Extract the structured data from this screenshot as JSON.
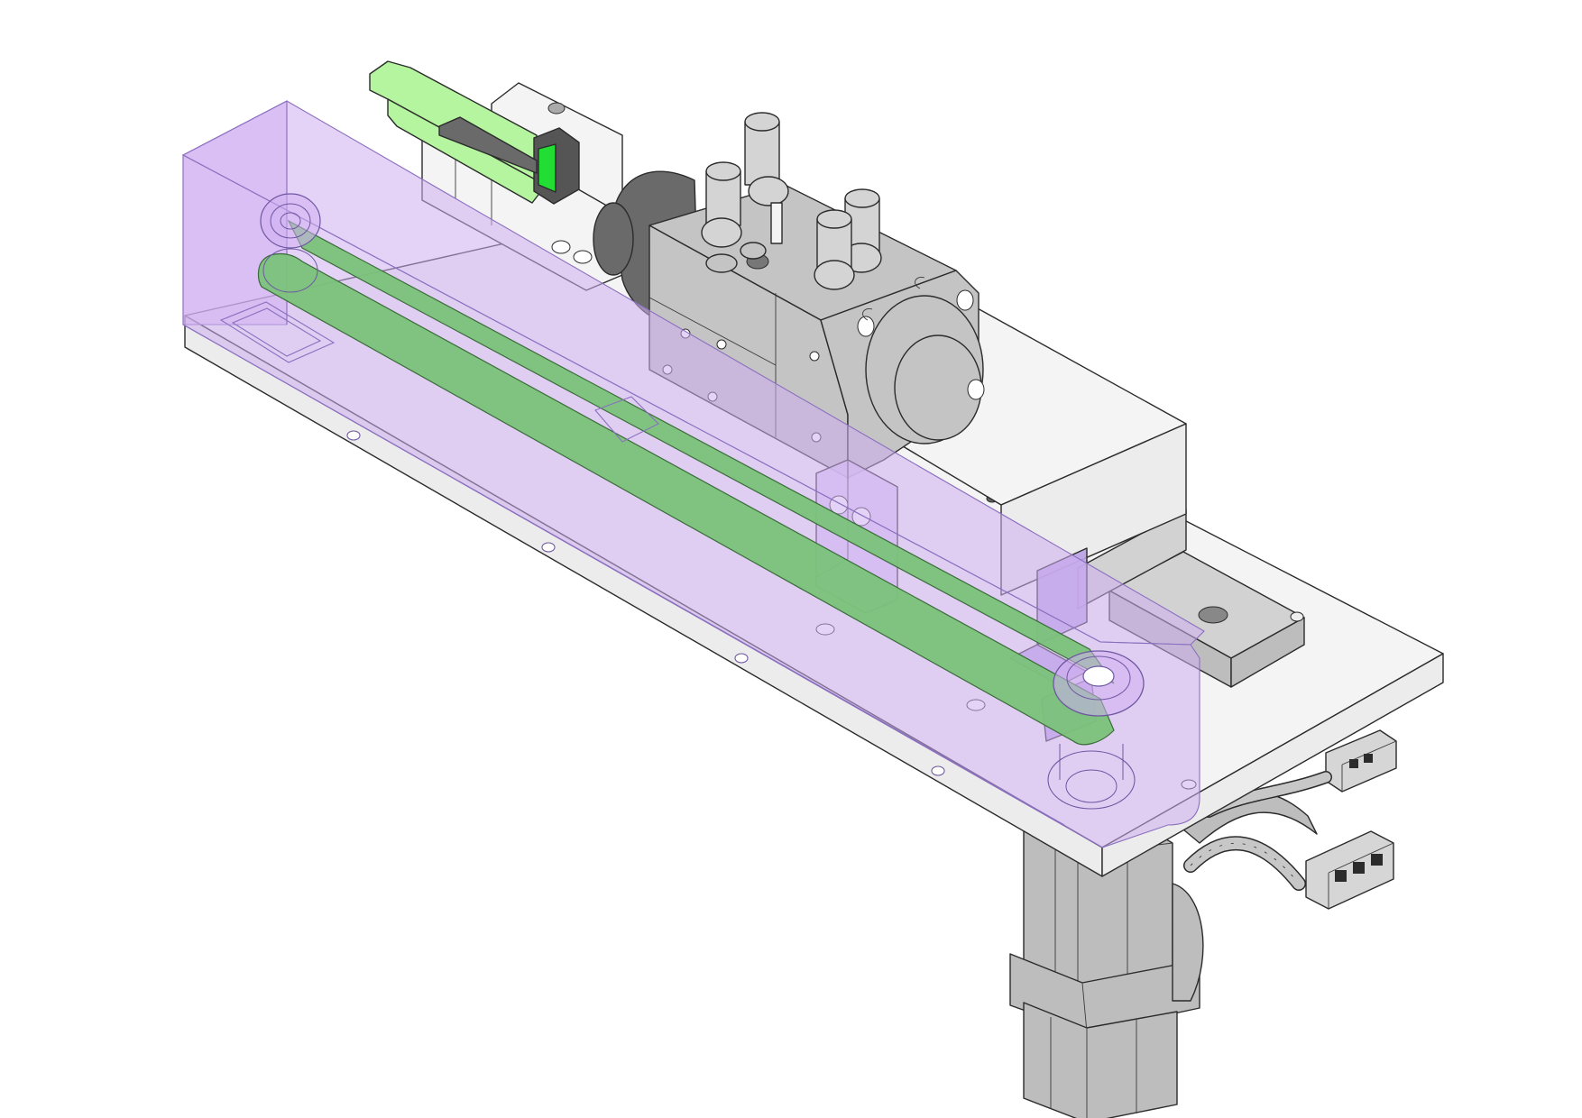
{
  "drawing": {
    "view": "isometric",
    "style": "shaded-with-edges",
    "colors": {
      "background": "#ffffff",
      "edge": "#2b2b2b",
      "base_plate": "#f4f4f4",
      "housing": "#cfaef0",
      "housing_opacity": 0.55,
      "belt": "#7ac27a",
      "sensor_body": "#b6f5a0",
      "sensor_window": "#22dd33",
      "actuator": "#c4c4c4",
      "actuator_dark": "#6a6a6a",
      "motor": "#bdbdbd",
      "rail": "#d2d2d2",
      "bracket": "#b9a2e6"
    },
    "components": [
      {
        "name": "base-plate"
      },
      {
        "name": "linear-guide-rail"
      },
      {
        "name": "rotary-actuator"
      },
      {
        "name": "pneumatic-fittings"
      },
      {
        "name": "sensor"
      },
      {
        "name": "belt-housing"
      },
      {
        "name": "timing-belt"
      },
      {
        "name": "idler-pulley"
      },
      {
        "name": "drive-pulley"
      },
      {
        "name": "belt-clamp"
      },
      {
        "name": "sensor-bracket"
      },
      {
        "name": "servo-motor"
      },
      {
        "name": "cable-connector"
      }
    ]
  }
}
